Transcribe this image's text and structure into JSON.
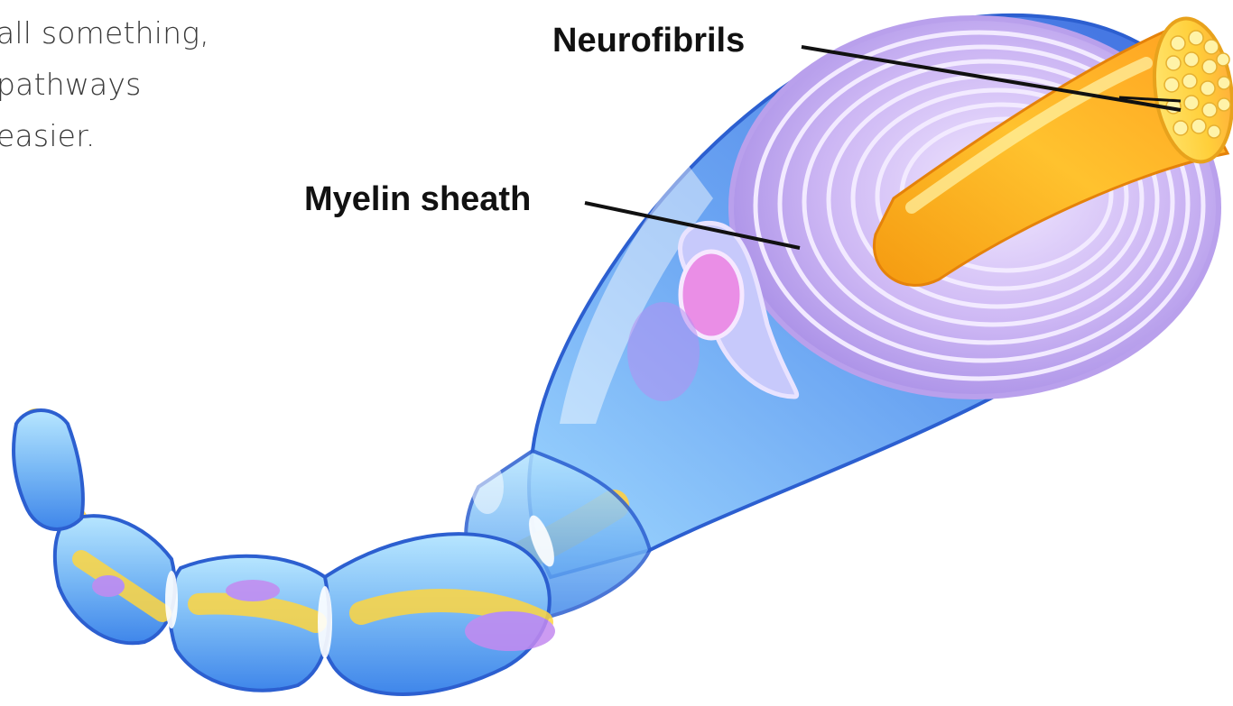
{
  "intro_text": {
    "line1": "all something,",
    "line2": "pathways",
    "line3": "easier."
  },
  "labels": {
    "neurofibrils": "Neurofibrils",
    "myelin_sheath": "Myelin sheath"
  },
  "colors": {
    "sheath_blue": "#3f7fe6",
    "myelin_lilac": "#c9b4f0",
    "axon_orange": "#f7a11a",
    "axon_yellow": "#ffd640",
    "schwann_pink": "#e783e4"
  }
}
